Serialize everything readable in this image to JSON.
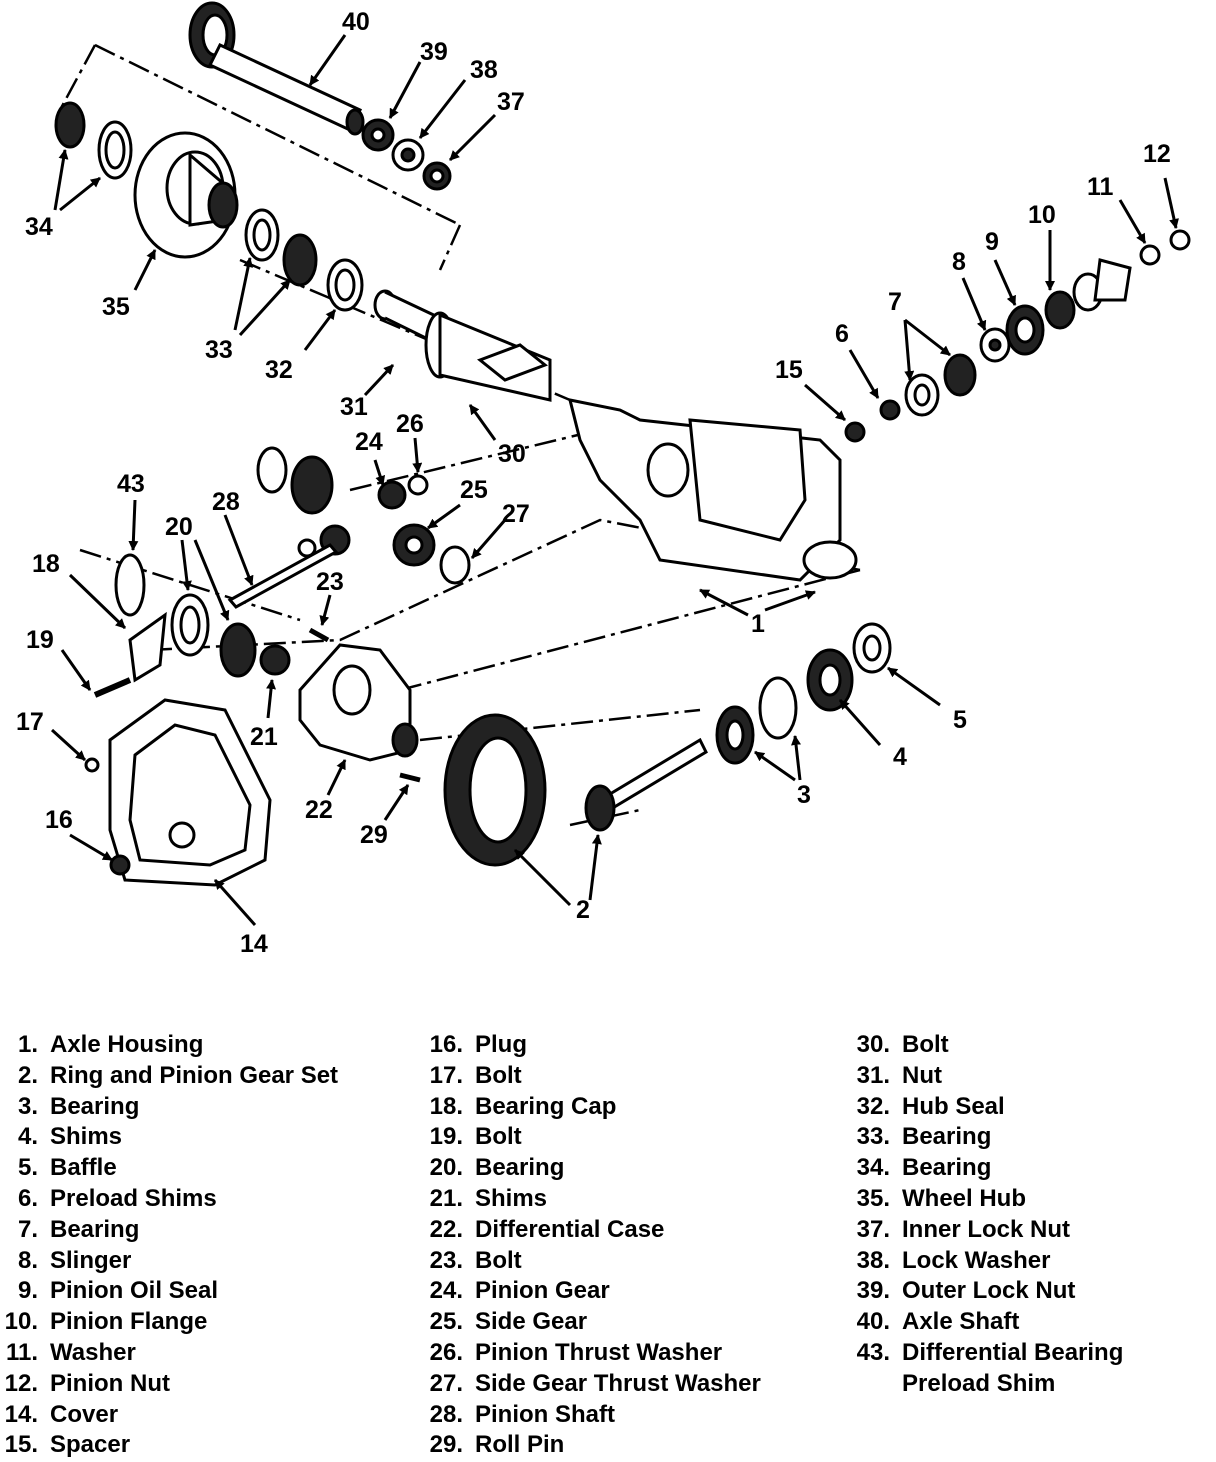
{
  "diagram": {
    "callouts": [
      "40",
      "39",
      "38",
      "37",
      "34",
      "35",
      "33",
      "32",
      "12",
      "11",
      "10",
      "9",
      "8",
      "7",
      "6",
      "15",
      "31",
      "30",
      "24",
      "26",
      "25",
      "27",
      "43",
      "28",
      "20",
      "18",
      "23",
      "19",
      "1",
      "17",
      "21",
      "22",
      "29",
      "5",
      "4",
      "3",
      "16",
      "14",
      "2"
    ]
  },
  "legend": {
    "columns": [
      [
        {
          "num": "1.",
          "label": "Axle Housing"
        },
        {
          "num": "2.",
          "label": "Ring and Pinion Gear Set"
        },
        {
          "num": "3.",
          "label": "Bearing"
        },
        {
          "num": "4.",
          "label": "Shims"
        },
        {
          "num": "5.",
          "label": "Baffle"
        },
        {
          "num": "6.",
          "label": "Preload Shims"
        },
        {
          "num": "7.",
          "label": "Bearing"
        },
        {
          "num": "8.",
          "label": "Slinger"
        },
        {
          "num": "9.",
          "label": "Pinion Oil Seal"
        },
        {
          "num": "10.",
          "label": "Pinion Flange"
        },
        {
          "num": "11.",
          "label": "Washer"
        },
        {
          "num": "12.",
          "label": "Pinion Nut"
        },
        {
          "num": "14.",
          "label": "Cover"
        },
        {
          "num": "15.",
          "label": "Spacer"
        }
      ],
      [
        {
          "num": "16.",
          "label": "Plug"
        },
        {
          "num": "17.",
          "label": "Bolt"
        },
        {
          "num": "18.",
          "label": "Bearing Cap"
        },
        {
          "num": "19.",
          "label": "Bolt"
        },
        {
          "num": "20.",
          "label": "Bearing"
        },
        {
          "num": "21.",
          "label": "Shims"
        },
        {
          "num": "22.",
          "label": "Differential Case"
        },
        {
          "num": "23.",
          "label": "Bolt"
        },
        {
          "num": "24.",
          "label": "Pinion Gear"
        },
        {
          "num": "25.",
          "label": "Side Gear"
        },
        {
          "num": "26.",
          "label": "Pinion Thrust Washer"
        },
        {
          "num": "27.",
          "label": "Side Gear Thrust Washer"
        },
        {
          "num": "28.",
          "label": "Pinion Shaft"
        },
        {
          "num": "29.",
          "label": "Roll Pin"
        }
      ],
      [
        {
          "num": "30.",
          "label": "Bolt"
        },
        {
          "num": "31.",
          "label": "Nut"
        },
        {
          "num": "32.",
          "label": "Hub Seal"
        },
        {
          "num": "33.",
          "label": "Bearing"
        },
        {
          "num": "34.",
          "label": "Bearing"
        },
        {
          "num": "35.",
          "label": "Wheel Hub"
        },
        {
          "num": "37.",
          "label": "Inner Lock Nut"
        },
        {
          "num": "38.",
          "label": "Lock Washer"
        },
        {
          "num": "39.",
          "label": "Outer Lock Nut"
        },
        {
          "num": "40.",
          "label": "Axle Shaft"
        },
        {
          "num": "43.",
          "label": "Differential Bearing",
          "cont": "Preload Shim"
        }
      ]
    ]
  }
}
